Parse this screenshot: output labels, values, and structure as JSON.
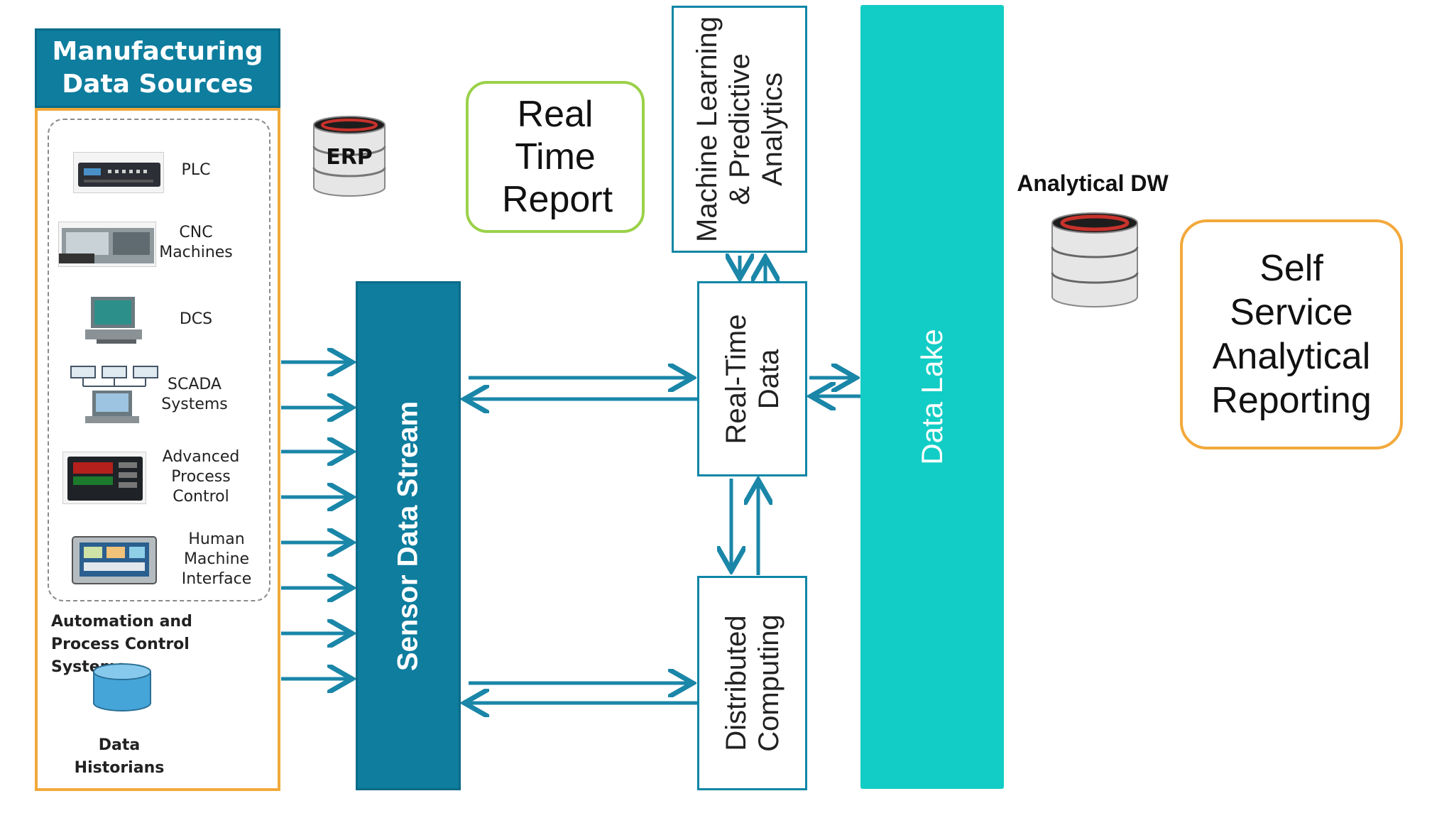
{
  "sources": {
    "title": "Manufacturing Data Sources",
    "devices": [
      {
        "label": "PLC",
        "icon": "plc-device-icon"
      },
      {
        "label": "CNC Machines",
        "icon": "cnc-machine-icon"
      },
      {
        "label": "DCS",
        "icon": "dcs-computer-icon"
      },
      {
        "label": "SCADA Systems",
        "icon": "scada-network-icon"
      },
      {
        "label": "Advanced Process Control",
        "icon": "process-controller-icon"
      },
      {
        "label": "Human Machine Interface",
        "icon": "hmi-panel-icon"
      }
    ],
    "group_label": "Automation and Process Control Systems",
    "historians_label": "Data Historians"
  },
  "erp_label": "ERP",
  "sensor_stream": "Sensor Data Stream",
  "real_time_report": "Real Time Report",
  "ml_analytics": "Machine Learning & Predictive Analytics",
  "real_time_data": "Real-Time Data",
  "distributed_computing": "Distributed Computing",
  "data_lake": "Data Lake",
  "analytical_dw": "Analytical DW",
  "self_service": "Self Service Analytical Reporting",
  "colors": {
    "teal_dark": "#0e7d9e",
    "teal_light": "#12cdc5",
    "arrow": "#1a86a8",
    "orange": "#f2a93b",
    "green": "#9bd14a"
  }
}
